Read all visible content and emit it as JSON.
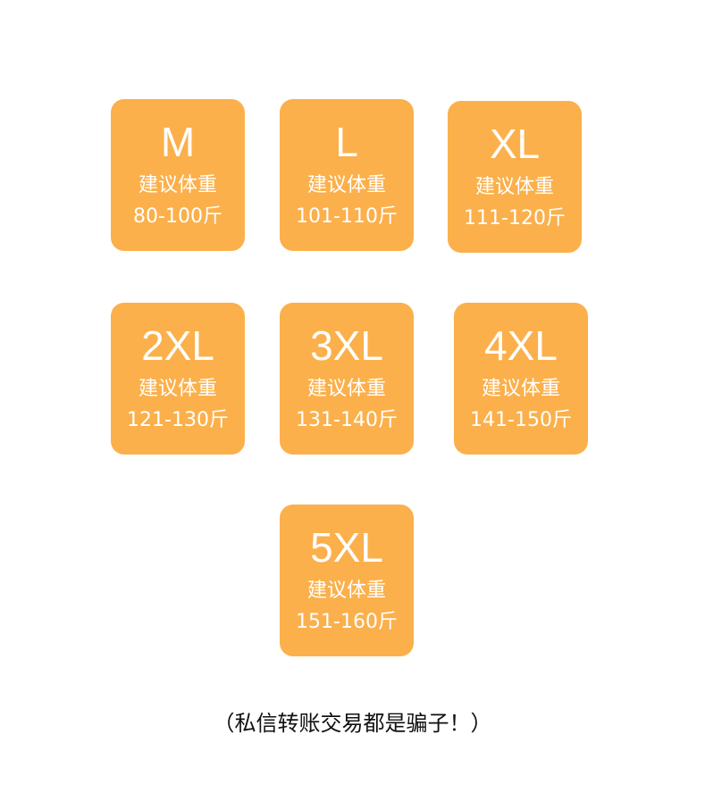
{
  "cards": [
    {
      "size": "M",
      "label": "建议体重",
      "range": "80-100斤"
    },
    {
      "size": "L",
      "label": "建议体重",
      "range": "101-110斤"
    },
    {
      "size": "XL",
      "label": "建议体重",
      "range": "111-120斤"
    },
    {
      "size": "2XL",
      "label": "建议体重",
      "range": "121-130斤"
    },
    {
      "size": "3XL",
      "label": "建议体重",
      "range": "131-140斤"
    },
    {
      "size": "4XL",
      "label": "建议体重",
      "range": "141-150斤"
    },
    {
      "size": "5XL",
      "label": "建议体重",
      "range": "151-160斤"
    }
  ],
  "note": "（私信转账交易都是骗子！）",
  "colors": {
    "card": "#FBB04B"
  }
}
